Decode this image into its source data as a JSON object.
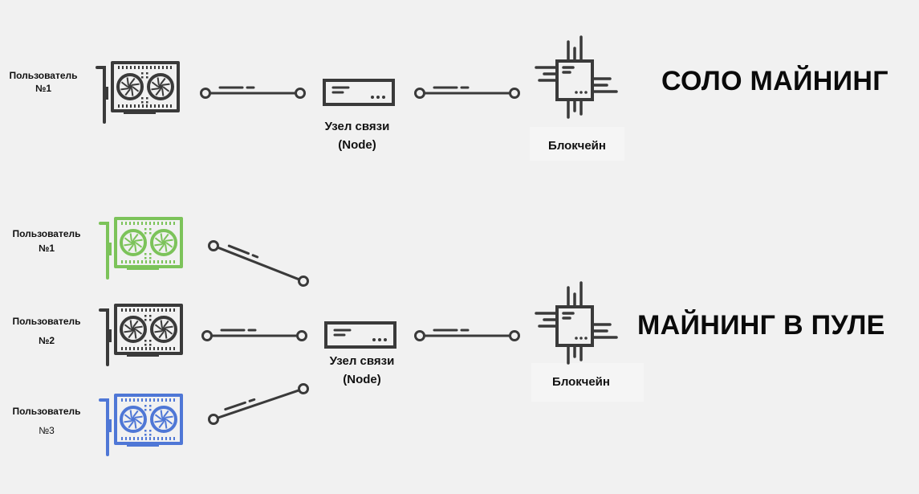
{
  "solo": {
    "title": "СОЛО МАЙНИНГ",
    "user": {
      "line1": "Пользователь",
      "line2": "№1",
      "color": "#3a3a3a"
    },
    "node": {
      "line1": "Узел связи",
      "line2": "(Node)"
    },
    "blockchain": {
      "label": "Блокчейн"
    }
  },
  "pool": {
    "title": "МАЙНИНГ В ПУЛЕ",
    "users": [
      {
        "line1": "Пользователь",
        "line2": "№1",
        "color": "#7cc35a"
      },
      {
        "line1": "Пользователь",
        "line2": "№2",
        "color": "#3a3a3a"
      },
      {
        "line1": "Пользователь",
        "line2": "№3",
        "color": "#4f77d6"
      }
    ],
    "node": {
      "line1": "Узел связи",
      "line2": "(Node)"
    },
    "blockchain": {
      "label": "Блокчейн"
    }
  },
  "icons": {
    "gpu": "gpu-card-icon",
    "node": "server-node-icon",
    "chip": "chip-icon",
    "link": "connection-line-icon"
  },
  "colors": {
    "stroke": "#3a3a3a",
    "background": "#f1f1f1"
  }
}
